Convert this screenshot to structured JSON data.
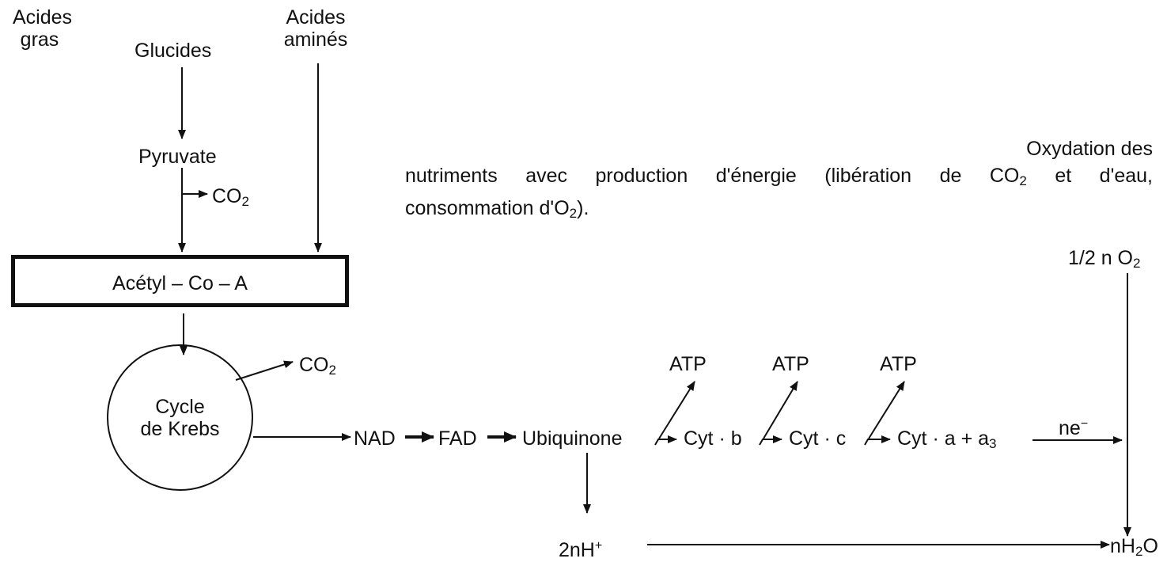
{
  "inputs": {
    "fatty_acids": [
      "Acides",
      "gras"
    ],
    "carbohydrates": "Glucides",
    "amino_acids": [
      "Acides",
      "aminés"
    ]
  },
  "pyruvate": "Pyruvate",
  "co2": {
    "text": "CO",
    "sub": "2"
  },
  "acetyl_coa": "Acétyl – Co – A",
  "krebs": [
    "Cycle",
    "de Krebs"
  ],
  "chain": {
    "nad": "NAD",
    "fad": "FAD",
    "ubiquinone": "Ubiquinone",
    "cyt_b": "Cyt · b",
    "cyt_c": "Cyt · c",
    "cyt_a": {
      "text": "Cyt · a + a",
      "sub": "3"
    },
    "atp": "ATP",
    "electrons": {
      "text": "ne",
      "sup": "−"
    },
    "oxygen": {
      "text": "1/2 n O",
      "sub": "2"
    },
    "protons": {
      "text": "2nH",
      "sup": "+"
    },
    "water": {
      "pre": "nH",
      "sub": "2",
      "post": "O"
    }
  },
  "caption": {
    "line1": "Oxydation des",
    "line2_pre": "nutriments avec production d'énergie (libération de CO",
    "line2_sub": "2",
    "line2_post": " et d'eau,",
    "line3_pre": "consommation d'O",
    "line3_sub": "2",
    "line3_post": ")."
  }
}
